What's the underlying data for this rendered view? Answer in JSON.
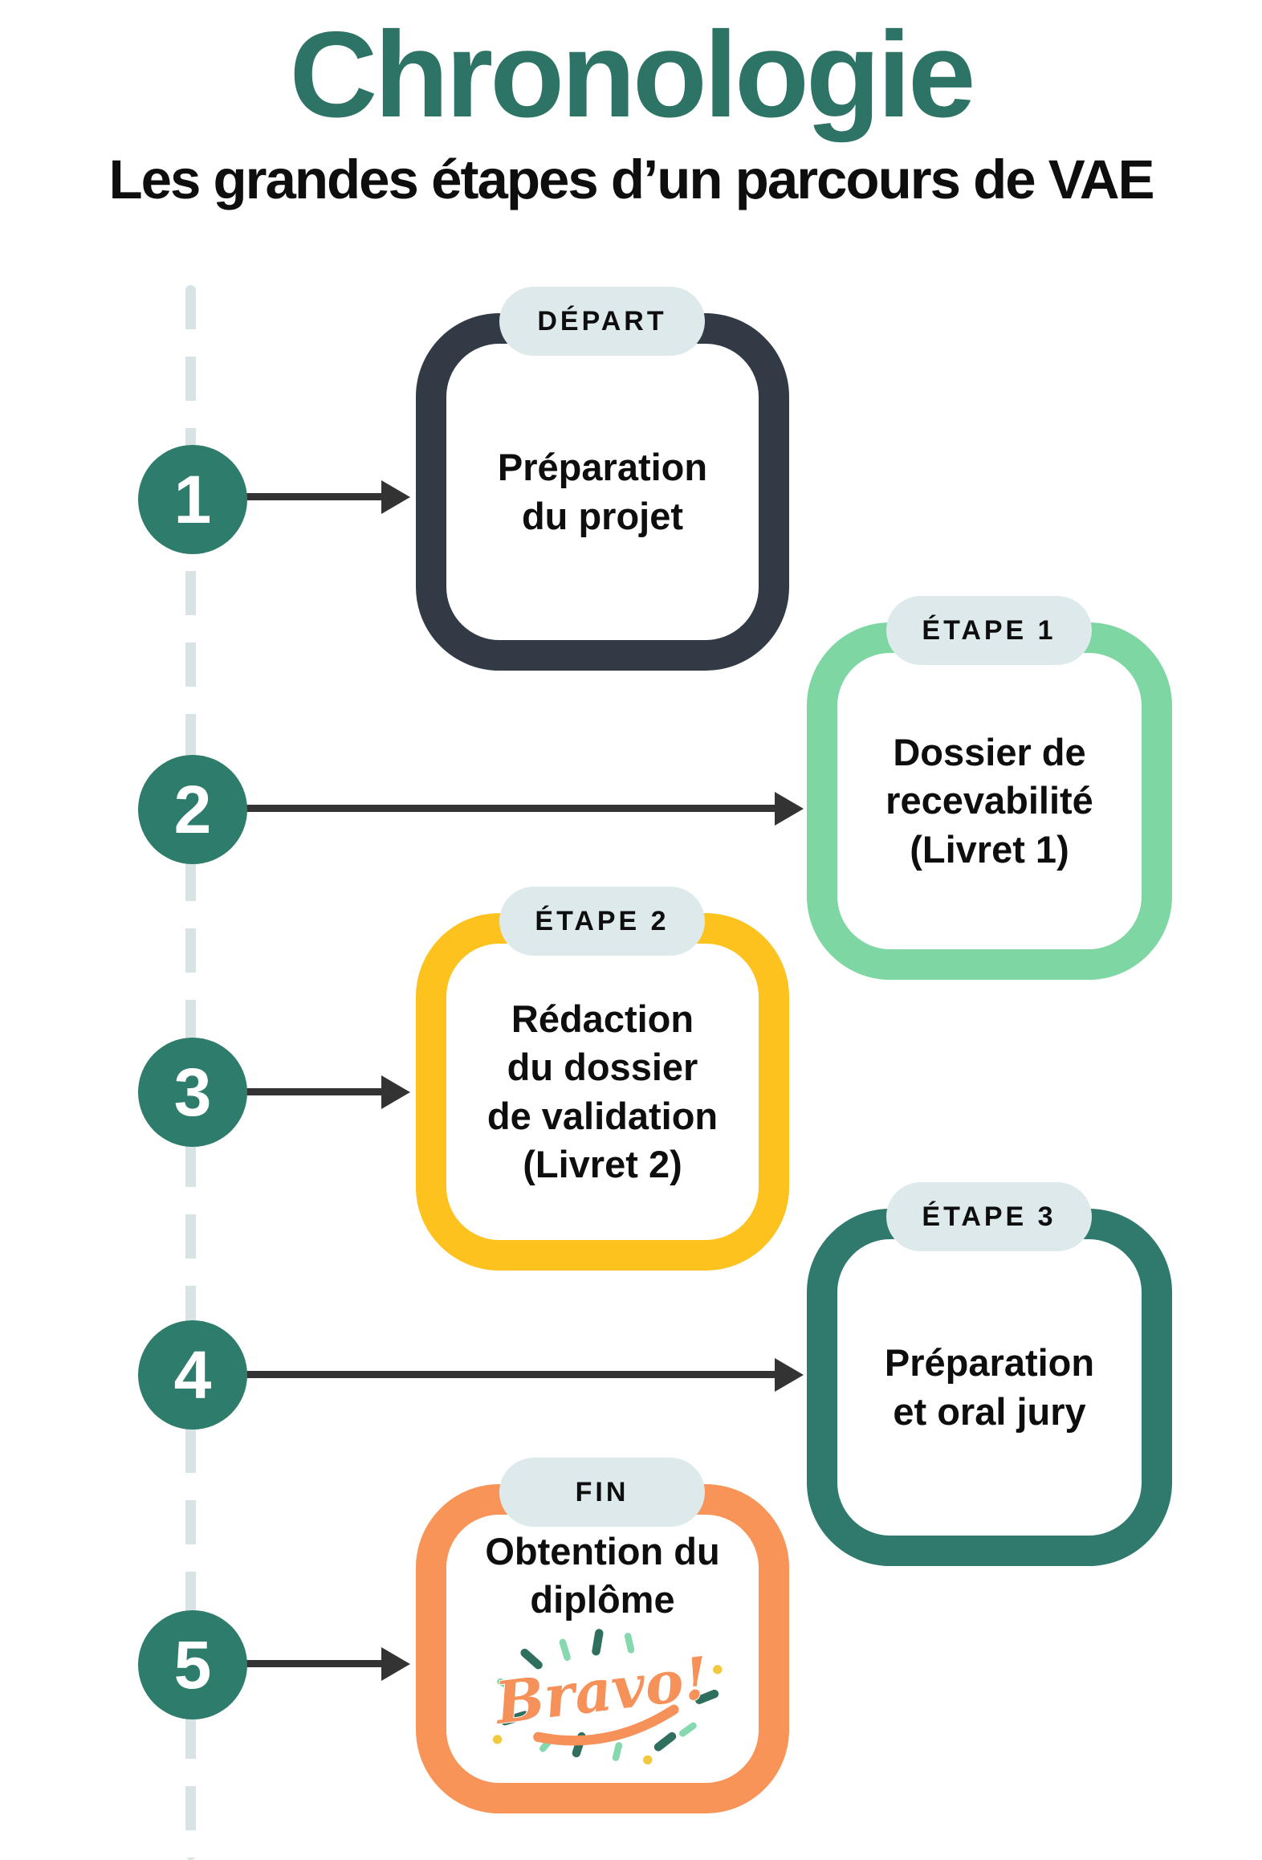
{
  "header": {
    "title": "Chronologie",
    "subtitle": "Les grandes étapes d’un parcours de VAE"
  },
  "colors": {
    "title_teal": "#2d7467",
    "circle_teal": "#2e7c6b",
    "card_dark": "#313a45",
    "card_green": "#7ed7a3",
    "card_yellow": "#fdc21d",
    "card_teal": "#2f7a6c",
    "card_orange": "#f89457",
    "badge_bg": "#dee9eb",
    "arrow": "#333333",
    "dashed_line": "#d7e3e5",
    "bravo_orange": "#f6915a",
    "confetti_dark_teal": "#2e6f5e",
    "confetti_mint": "#86d8ae",
    "confetti_yellow": "#f1c83e"
  },
  "timeline": {
    "steps": [
      {
        "number": "1",
        "badge": "DÉPART",
        "label": "Préparation\ndu projet"
      },
      {
        "number": "2",
        "badge": "ÉTAPE 1",
        "label": "Dossier de\nrecevabilité\n(Livret 1)"
      },
      {
        "number": "3",
        "badge": "ÉTAPE 2",
        "label": "Rédaction\ndu dossier\nde validation\n(Livret 2)"
      },
      {
        "number": "4",
        "badge": "ÉTAPE 3",
        "label": "Préparation\net oral jury"
      },
      {
        "number": "5",
        "badge": "FIN",
        "label": "Obtention du\ndiplôme",
        "decoration": "Bravo!"
      }
    ]
  }
}
